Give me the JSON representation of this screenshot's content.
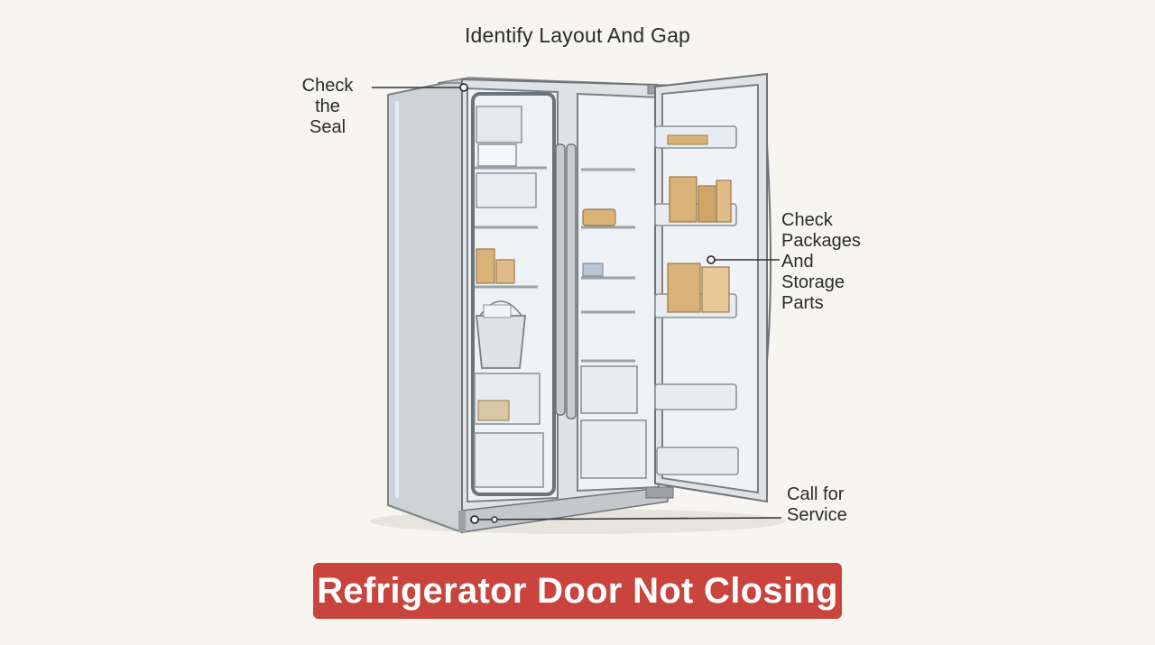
{
  "diagram": {
    "top_title": "Identify Layout And Gap",
    "callouts": {
      "seal": "Check the\nSeal",
      "packages": "Check\nPackages\nAnd\nStorage\nParts",
      "service": "Call for\nService"
    },
    "banner_title": "Refrigerator Door Not Closing",
    "colors": {
      "banner": "#c9443c",
      "background": "#f6f5f0",
      "fridge_steel": "#d9dde0",
      "interior": "#eef2f6",
      "package": "#d9b27a"
    }
  }
}
